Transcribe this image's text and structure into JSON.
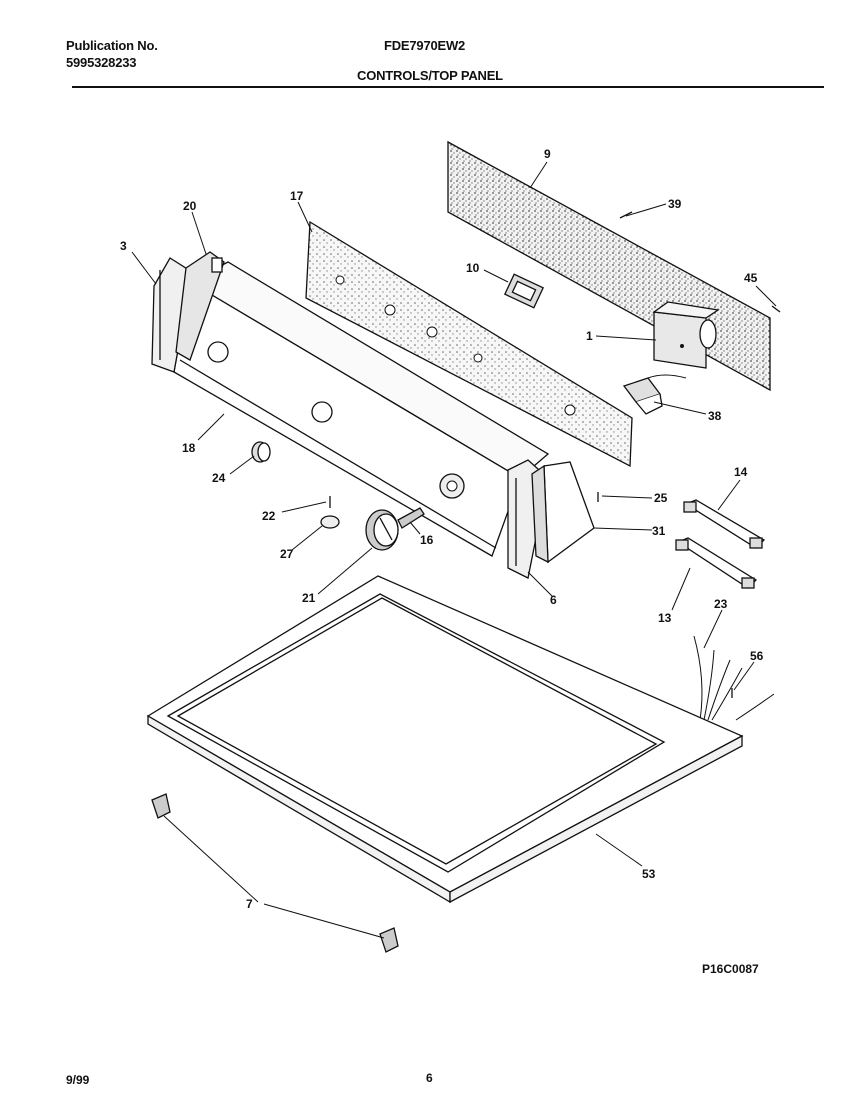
{
  "header": {
    "publication_label": "Publication No.",
    "publication_number": "5995328233",
    "model": "FDE7970EW2",
    "section": "CONTROLS/TOP PANEL"
  },
  "callouts": {
    "c9": "9",
    "c39": "39",
    "c17": "17",
    "c20": "20",
    "c3": "3",
    "c10": "10",
    "c45": "45",
    "c1": "1",
    "c38": "38",
    "c18": "18",
    "c24": "24",
    "c14": "14",
    "c25": "25",
    "c22": "22",
    "c31": "31",
    "c27": "27",
    "c16": "16",
    "c21": "21",
    "c6": "6",
    "c13": "13",
    "c23": "23",
    "c56": "56",
    "c53": "53",
    "c7": "7"
  },
  "drawing_id": "P16C0087",
  "footer": {
    "date": "9/99",
    "page": "6"
  }
}
